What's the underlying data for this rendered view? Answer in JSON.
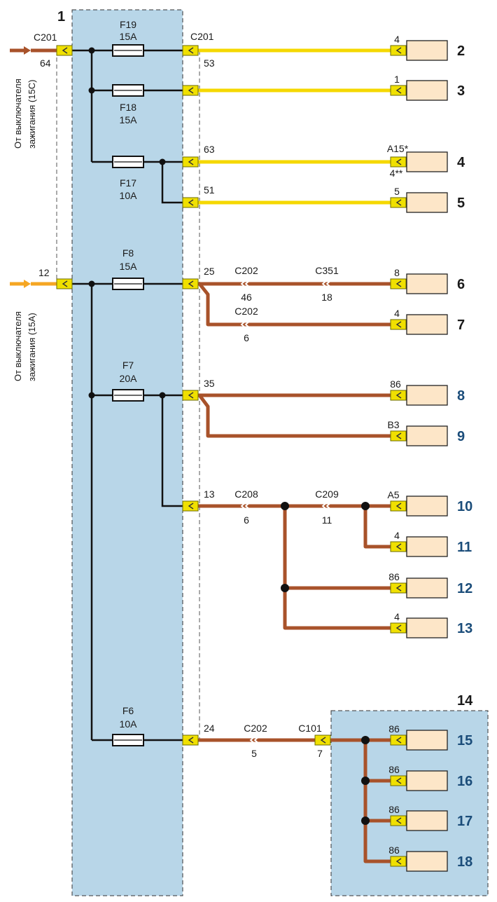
{
  "block_numbers": {
    "fuse_box": "1",
    "relay_box": "14"
  },
  "colors": {
    "yellow": "#f5d800",
    "brown": "#a8522a",
    "orange": "#f5a623",
    "panel": "#b8d6e8",
    "connector": "#f0e000",
    "device": "#fde6c8"
  },
  "inputs": {
    "upper": {
      "connector": "C201",
      "pin": "64",
      "caption_line1": "От выключателя",
      "caption_line2": "зажигания (15С)"
    },
    "lower": {
      "pin": "12",
      "caption_line1": "От выключателя",
      "caption_line2": "зажигания (15А)"
    }
  },
  "fuses": [
    {
      "name": "F19",
      "rating": "15A"
    },
    {
      "name": "F18",
      "rating": "15A"
    },
    {
      "name": "F17",
      "rating": "10A"
    },
    {
      "name": "F8",
      "rating": "15A"
    },
    {
      "name": "F7",
      "rating": "20A"
    },
    {
      "name": "F6",
      "rating": "10A"
    }
  ],
  "outputs": [
    {
      "conn": "C201",
      "pin": "53"
    },
    {
      "pin": "63"
    },
    {
      "pin": "51"
    },
    {
      "pin": "25"
    },
    {
      "pin": "35"
    },
    {
      "pin": "13"
    },
    {
      "pin": "24"
    }
  ],
  "inline_connectors": [
    {
      "name": "C202",
      "pin": "46"
    },
    {
      "name": "C351",
      "pin": "18"
    },
    {
      "name": "C202",
      "pin": "6"
    },
    {
      "name": "C208",
      "pin": "6"
    },
    {
      "name": "C209",
      "pin": "11"
    },
    {
      "name": "C202",
      "pin": "5"
    },
    {
      "name": "C101",
      "pin": "7"
    }
  ],
  "devices": [
    {
      "number": "2",
      "pin": "4"
    },
    {
      "number": "3",
      "pin": "1"
    },
    {
      "number": "4",
      "pin": "A15*",
      "pin2": "4**"
    },
    {
      "number": "5",
      "pin": "5"
    },
    {
      "number": "6",
      "pin": "8"
    },
    {
      "number": "7",
      "pin": "4"
    },
    {
      "number": "8",
      "pin": "86"
    },
    {
      "number": "9",
      "pin": "B3"
    },
    {
      "number": "10",
      "pin": "A5"
    },
    {
      "number": "11",
      "pin": "4"
    },
    {
      "number": "12",
      "pin": "86"
    },
    {
      "number": "13",
      "pin": "4"
    },
    {
      "number": "15",
      "pin": "86"
    },
    {
      "number": "16",
      "pin": "86"
    },
    {
      "number": "17",
      "pin": "86"
    },
    {
      "number": "18",
      "pin": "86"
    }
  ]
}
